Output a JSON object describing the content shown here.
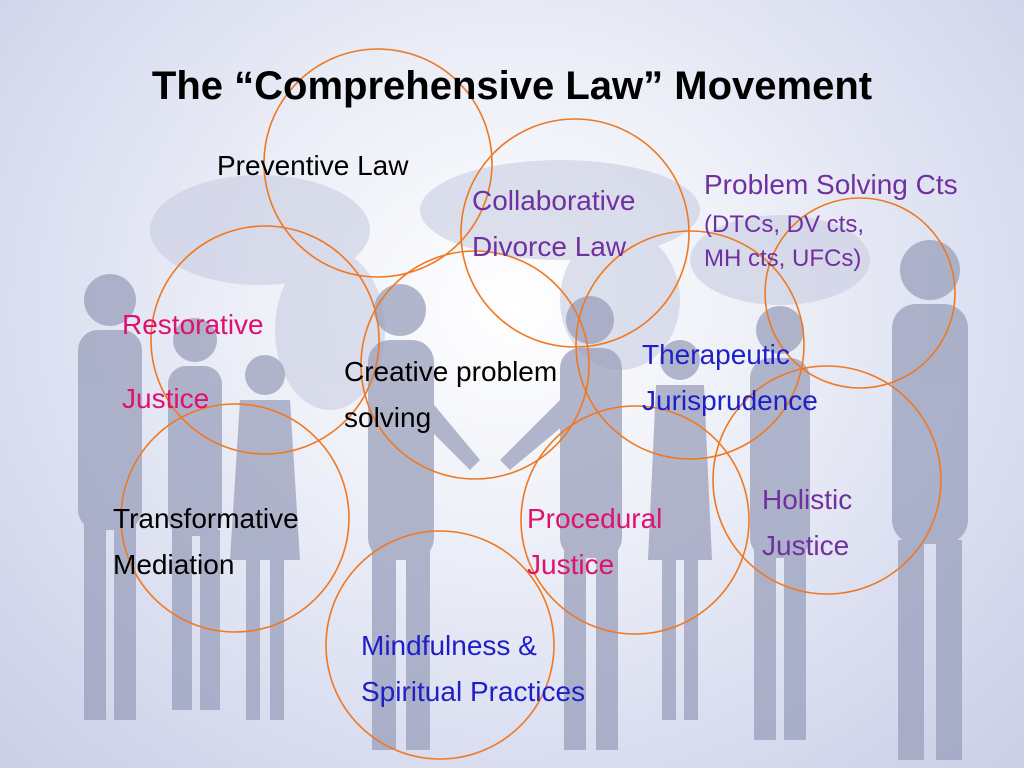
{
  "slide": {
    "title": "The “Comprehensive Law” Movement"
  },
  "colors": {
    "circle_stroke": "#f07820",
    "purple": "#7030a0",
    "blue": "#1f1fc8",
    "pink": "#e0106e"
  },
  "background": {
    "description_icon": "business-people-silhouettes-world-map"
  },
  "nodes": {
    "preventive_law": {
      "line1": "Preventive Law"
    },
    "collaborative": {
      "line1": "Collaborative",
      "line2": "Divorce Law"
    },
    "problem_solving": {
      "line1": "Problem Solving Cts",
      "line2": "(DTCs, DV cts,",
      "line3": "MH cts, UFCs)"
    },
    "restorative": {
      "line1": "Restorative",
      "line2": "Justice"
    },
    "creative": {
      "line1": "Creative problem",
      "line2": "solving"
    },
    "therapeutic": {
      "line1": "Therapeutic",
      "line2": "Jurisprudence"
    },
    "transformative": {
      "line1": "Transformative",
      "line2": "Mediation"
    },
    "procedural": {
      "line1": "Procedural",
      "line2": "Justice"
    },
    "holistic": {
      "line1": "Holistic",
      "line2": "Justice"
    },
    "mindfulness": {
      "line1": "Mindfulness &",
      "line2": "Spiritual Practices"
    }
  }
}
